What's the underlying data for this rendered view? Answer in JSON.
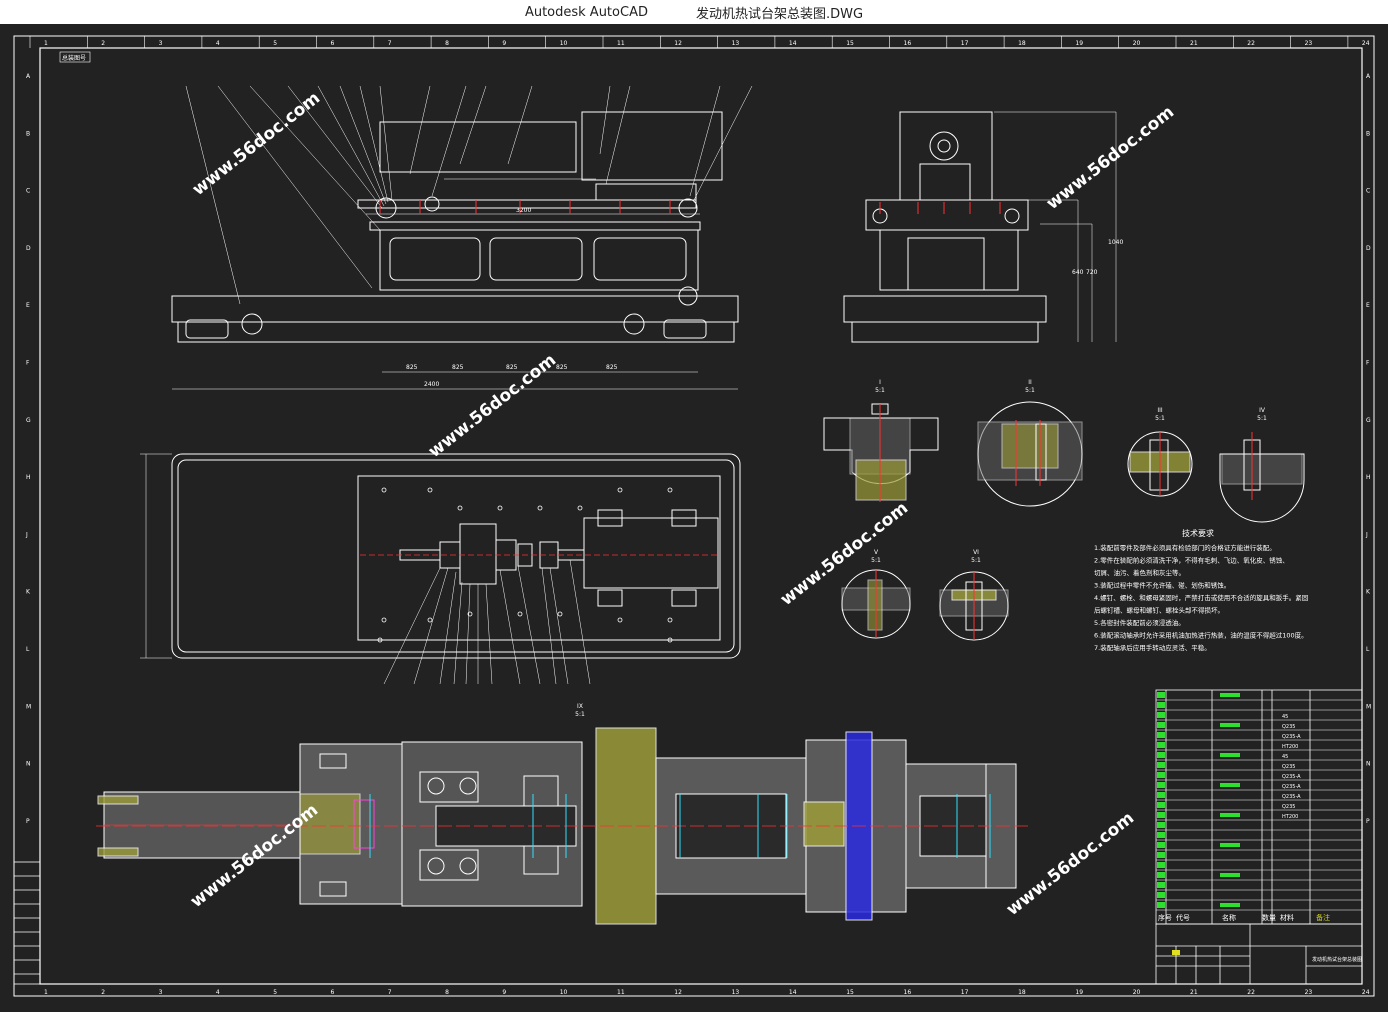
{
  "window": {
    "app_name": "Autodesk AutoCAD",
    "file_name": "发动机热试台架总装图.DWG"
  },
  "frame": {
    "top_grid_labels": [
      "1",
      "2",
      "3",
      "4",
      "5",
      "6",
      "7",
      "8",
      "9",
      "10",
      "11",
      "12",
      "13",
      "14",
      "15",
      "16",
      "17",
      "18",
      "19",
      "20",
      "21",
      "22",
      "23",
      "24"
    ],
    "side_grid_labels": [
      "A",
      "B",
      "C",
      "D",
      "E",
      "F",
      "G",
      "H",
      "J",
      "K",
      "L",
      "M",
      "N",
      "P"
    ],
    "corner_tag": "总装图号"
  },
  "watermark": "www.56doc.com",
  "views": {
    "front_dims": [
      "2400",
      "825",
      "825",
      "825",
      "825",
      "825",
      "3200"
    ],
    "side_dims": [
      "640",
      "720",
      "1040"
    ],
    "detail_labels": [
      "I",
      "II",
      "III",
      "IV",
      "V",
      "VI"
    ],
    "detail_scale": "5:1",
    "section_label": "IX"
  },
  "tech_requirements": {
    "title": "技术要求",
    "items": [
      "1.装配前零件及部件必须具有检验部门的合格证方能进行装配。",
      "2.零件在装配前必须清洗干净，不得有毛刺、飞边、氧化皮、锈蚀、",
      "   切屑、油污、着色剂和灰尘等。",
      "3.装配过程中零件不允许磕、碰、划伤和锈蚀。",
      "4.螺钉、螺栓、和螺母紧固时，严禁打击或使用不合适的旋具和扳手。紧固",
      "   后螺钉槽、螺母和螺钉、螺栓头部不得损坏。",
      "5.各密封件装配前必须浸透油。",
      "6.装配滚动轴承时允许采用机油加热进行热装，油的温度不得超过100度。",
      "7.装配轴承后应用手转动应灵活、平稳。"
    ]
  },
  "bom": {
    "header": [
      "序号",
      "代号",
      "名称",
      "数量",
      "材料",
      "备注"
    ],
    "materials": [
      "45",
      "Q235",
      "Q235-A",
      "HT200",
      "45",
      "Q235",
      "Q235-A",
      "Q235-A",
      "Q235-A",
      "Q235",
      "HT200"
    ]
  },
  "title_block": {
    "drawing_name": "发动机热试台架总装图"
  }
}
